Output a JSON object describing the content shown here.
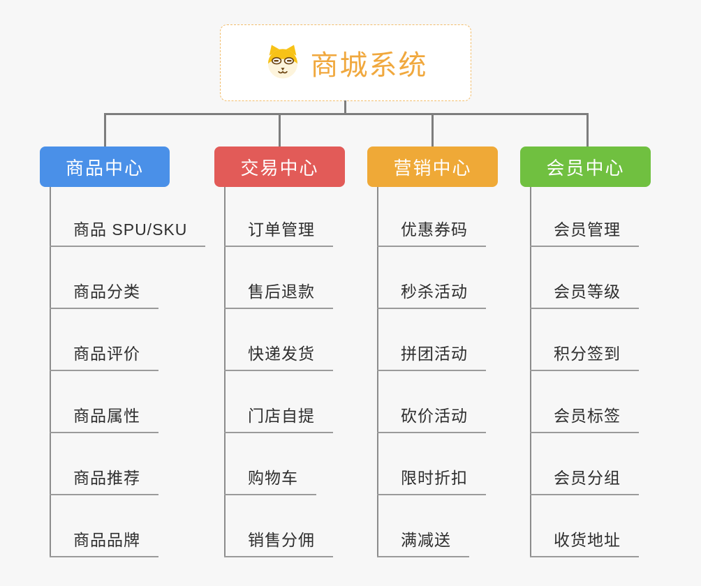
{
  "canvas": {
    "background": "#f7f7f7"
  },
  "root": {
    "title": "商城系统",
    "icon": "dog-face-icon",
    "text_color": "#f0a83e",
    "border_color": "#f2bd6b",
    "background": "#ffffff"
  },
  "colors": {
    "connector": "#7d7d7d",
    "branch_vline": "#8c8c8c",
    "leaf_underline": "#9a9a9a",
    "leaf_text": "#2e2e2e"
  },
  "branches": [
    {
      "label": "商品中心",
      "color": "#4a90e8",
      "items": [
        "商品 SPU/SKU",
        "商品分类",
        "商品评价",
        "商品属性",
        "商品推荐",
        "商品品牌"
      ]
    },
    {
      "label": "交易中心",
      "color": "#e25b58",
      "items": [
        "订单管理",
        "售后退款",
        "快递发货",
        "门店自提",
        "购物车",
        "销售分佣"
      ]
    },
    {
      "label": "营销中心",
      "color": "#efa937",
      "items": [
        "优惠券码",
        "秒杀活动",
        "拼团活动",
        "砍价活动",
        "限时折扣",
        "满减送"
      ]
    },
    {
      "label": "会员中心",
      "color": "#70c040",
      "items": [
        "会员管理",
        "会员等级",
        "积分签到",
        "会员标签",
        "会员分组",
        "收货地址"
      ]
    }
  ]
}
